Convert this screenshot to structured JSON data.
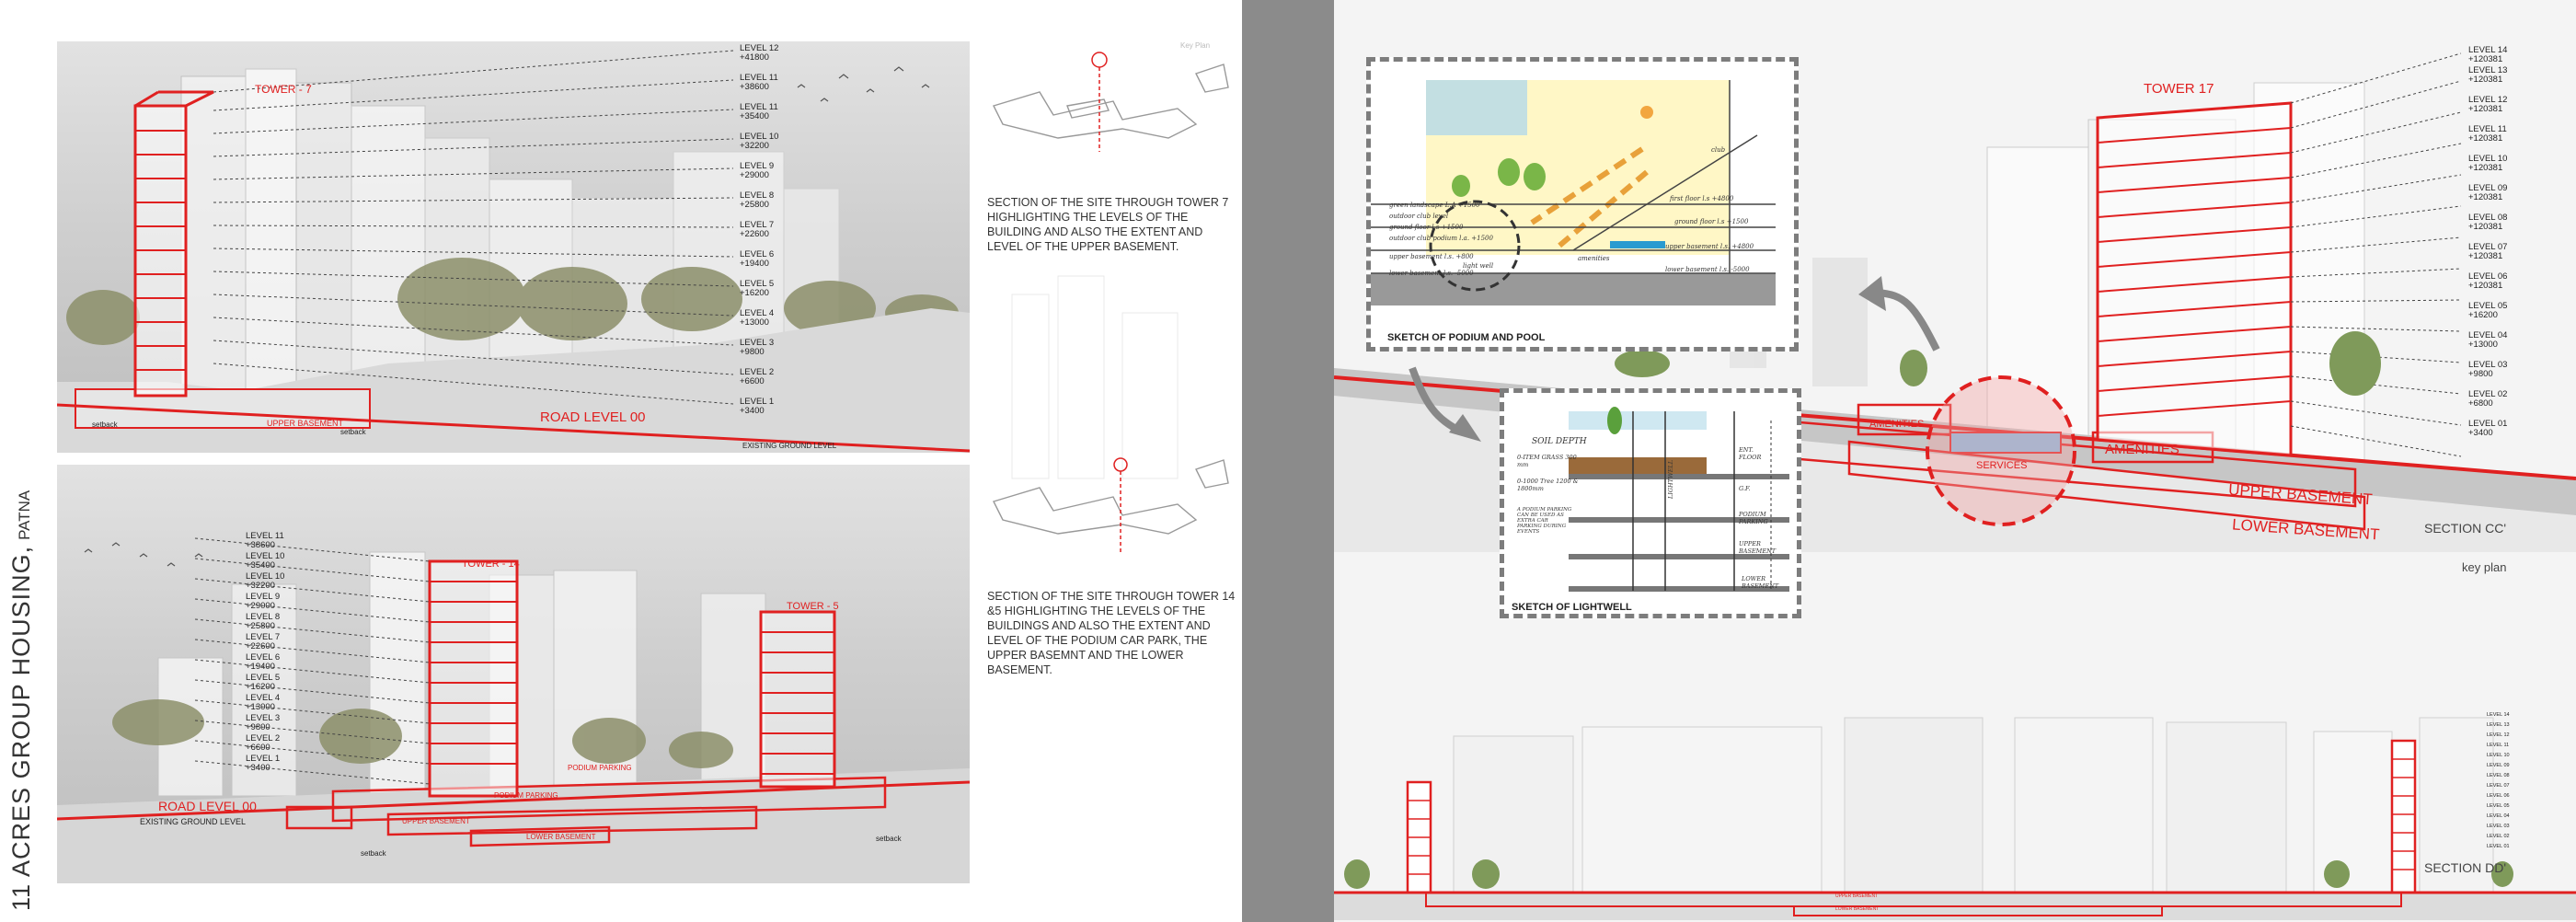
{
  "spine": {
    "title": "11 ACRES GROUP HOUSING,",
    "city": "PATNA"
  },
  "left": {
    "section_a": {
      "tower_label": "TOWER - 7",
      "levels": [
        "LEVEL 12",
        "+41800",
        "LEVEL 11",
        "+38600",
        "LEVEL 11",
        "+35400",
        "LEVEL 10",
        "+32200",
        "LEVEL 9",
        "+29000",
        "LEVEL 8",
        "+25800",
        "LEVEL 7",
        "+22600",
        "LEVEL 6",
        "+19400",
        "LEVEL 5",
        "+16200",
        "LEVEL 4",
        "+13000",
        "LEVEL 3",
        "+9800",
        "LEVEL 2",
        "+6600",
        "LEVEL 1",
        "+3400"
      ],
      "road_level": "ROAD LEVEL 00",
      "upper_basement": "UPPER BASEMENT",
      "setback": "setback",
      "existing": "EXISTING GROUND LEVEL"
    },
    "section_b": {
      "tower14": "TOWER - 14",
      "tower5": "TOWER - 5",
      "levels": [
        "LEVEL 11",
        "+38600",
        "LEVEL 10",
        "+35400",
        "LEVEL 10",
        "+32200",
        "LEVEL 9",
        "+29000",
        "LEVEL 8",
        "+25800",
        "LEVEL 7",
        "+22600",
        "LEVEL 6",
        "+19400",
        "LEVEL 5",
        "+16200",
        "LEVEL 4",
        "+13000",
        "LEVEL 3",
        "+9800",
        "LEVEL 2",
        "+6600",
        "LEVEL 1",
        "+3400"
      ],
      "road_level": "ROAD LEVEL 00",
      "existing": "EXISTING GROUND LEVEL",
      "upper_basement": "UPPER BASEMENT",
      "lower_basement": "LOWER BASEMENT",
      "podium_parking": "PODIUM PARKING",
      "setback": "setback"
    },
    "key_plan_label": "Key Plan",
    "caption1": "SECTION OF THE SITE THROUGH TOWER 7 HIGHLIGHTING THE LEVELS OF THE BUILDING AND ALSO THE EXTENT AND LEVEL OF THE UPPER BASEMENT.",
    "caption2": "SECTION OF THE SITE THROUGH TOWER 14 &5 HIGHLIGHTING THE LEVELS OF THE BUILDINGS AND ALSO THE EXTENT AND LEVEL OF THE PODIUM CAR PARK, THE UPPER BASEMNT AND THE LOWER BASEMENT."
  },
  "right": {
    "sketch_pool": {
      "caption": "SKETCH OF PODIUM AND POOL",
      "notes_left": [
        "green landscape L.A +1500",
        "outdoor club level",
        "ground floor l.s +1500",
        "outdoor club podium l.a. +1500",
        "upper basement l.s. +800",
        "lower basement l.s. -5000"
      ],
      "notes_right": [
        "club",
        "first floor l.s +4800",
        "ground floor l.s +1500",
        "upper basement l.s. +4800",
        "lower basement l.s. -5000"
      ],
      "light_well": "light well",
      "amenities": "amenities"
    },
    "sketch_lightwell": {
      "caption": "SKETCH OF LIGHTWELL",
      "notes": [
        "SOIL DEPTH",
        "0-ITEM GRASS 300 mm",
        "0-1000 Tree 1200 & 1800mm",
        "A PODIUM PARKING CAN BE USED AS EXTRA CAR PARKING DURING EVENTS",
        "LIGHTWELL",
        "ENT. FLOOR",
        "G.F.",
        "PODIUM PARKING",
        "UPPER BASEMENT",
        "LOWER BASEMENT"
      ]
    },
    "section_cc": {
      "title": "SECTION CC'",
      "tower": "TOWER 17",
      "amenities_left": "AMENITIES",
      "amenities_right": "AMENITIES",
      "services": "SERVICES",
      "upper_basement": "UPPER BASEMENT",
      "lower_basement": "LOWER BASEMENT",
      "levels": [
        "LEVEL 14",
        "+120381",
        "LEVEL 13",
        "+120381",
        "LEVEL 12",
        "+120381",
        "LEVEL 11",
        "+120381",
        "LEVEL 10",
        "+120381",
        "LEVEL 09",
        "+120381",
        "LEVEL 08",
        "+120381",
        "LEVEL 07",
        "+120381",
        "LEVEL 06",
        "+120381",
        "LEVEL 05",
        "+16200",
        "LEVEL 04",
        "+13000",
        "LEVEL 03",
        "+9800",
        "LEVEL 02",
        "+6800",
        "LEVEL 01",
        "+3400"
      ]
    },
    "key_plan": "key plan",
    "section_dd": {
      "title": "SECTION DD'",
      "levels": [
        "LEVEL 01",
        "LEVEL 02",
        "LEVEL 03",
        "LEVEL 04",
        "LEVEL 05",
        "LEVEL 06",
        "LEVEL 07",
        "LEVEL 08",
        "LEVEL 09",
        "LEVEL 10",
        "LEVEL 11",
        "LEVEL 12",
        "LEVEL 13",
        "LEVEL 14"
      ],
      "basement_labels": [
        "UPPER BASEMENT",
        "LOWER BASEMENT"
      ]
    }
  },
  "colors": {
    "accent": "#e02020",
    "gutter": "#8b8b8b",
    "ink": "#333333"
  }
}
